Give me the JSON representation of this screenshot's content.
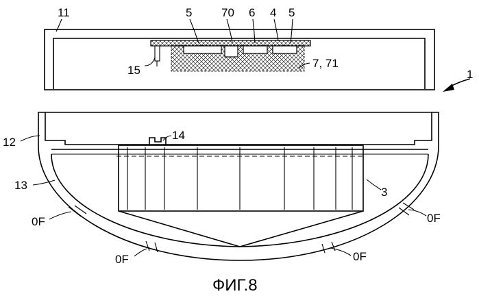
{
  "figure": {
    "caption": "ФИГ.8",
    "labels": {
      "l11": "11",
      "l5a": "5",
      "l70": "70",
      "l6": "6",
      "l4": "4",
      "l5b": "5",
      "l15": "15",
      "l771": "7, 71",
      "l1": "1",
      "l12": "12",
      "l14": "14",
      "l13": "13",
      "l3": "3",
      "of1": "0F",
      "of2": "0F",
      "of3": "0F",
      "of4": "0F"
    }
  }
}
